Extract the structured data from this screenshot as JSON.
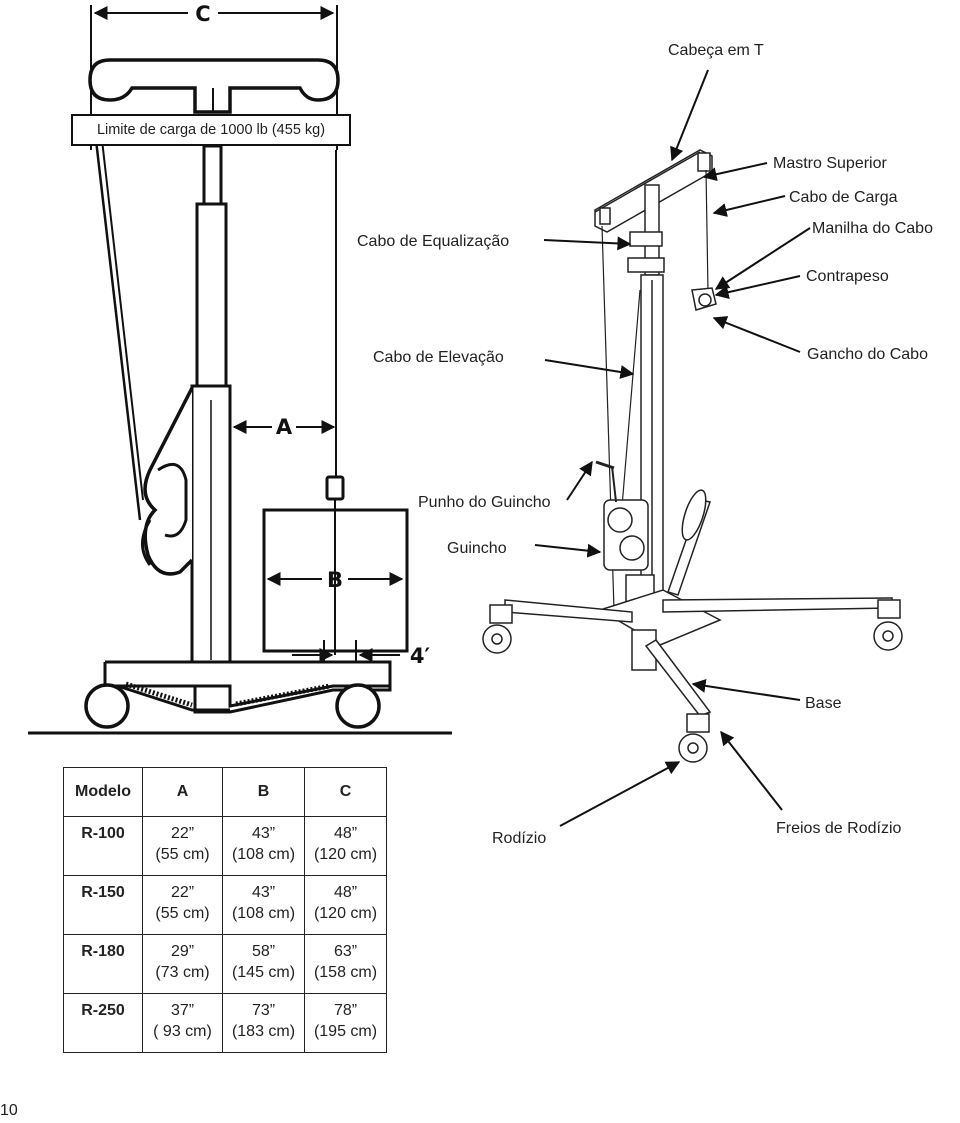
{
  "load_limit": "Limite de carga de 1000 lb (455 kg)",
  "dims": {
    "a": "A",
    "b": "B",
    "c": "C",
    "gap": "4′"
  },
  "callouts": {
    "t_head": "Cabeça em T",
    "upper_mast": "Mastro Superior",
    "load_cable": "Cabo de Carga",
    "cable_shackle": "Manilha do Cabo",
    "equalization_cable": "Cabo de Equalização",
    "counterweight": "Contrapeso",
    "lifting_cable": "Cabo de Elevação",
    "cable_hook": "Gancho do Cabo",
    "winch_handle": "Punho do Guincho",
    "winch": "Guincho",
    "base": "Base",
    "caster": "Rodízio",
    "caster_brakes": "Freios de Rodízio"
  },
  "spec_table": {
    "headers": [
      "Modelo",
      "A",
      "B",
      "C"
    ],
    "rows": [
      {
        "model": "R-100",
        "a": [
          "22”",
          "(55 cm)"
        ],
        "b": [
          "43”",
          "(108 cm)"
        ],
        "c": [
          "48”",
          "(120 cm)"
        ]
      },
      {
        "model": "R-150",
        "a": [
          "22”",
          "(55 cm)"
        ],
        "b": [
          "43”",
          "(108 cm)"
        ],
        "c": [
          "48”",
          "(120 cm)"
        ]
      },
      {
        "model": "R-180",
        "a": [
          "29”",
          "(73 cm)"
        ],
        "b": [
          "58”",
          "(145 cm)"
        ],
        "c": [
          "63”",
          "(158 cm)"
        ]
      },
      {
        "model": "R-250",
        "a": [
          "37”",
          "( 93 cm)"
        ],
        "b": [
          "73”",
          "(183 cm)"
        ],
        "c": [
          "78”",
          "(195 cm)"
        ]
      }
    ]
  },
  "page_number": "10"
}
